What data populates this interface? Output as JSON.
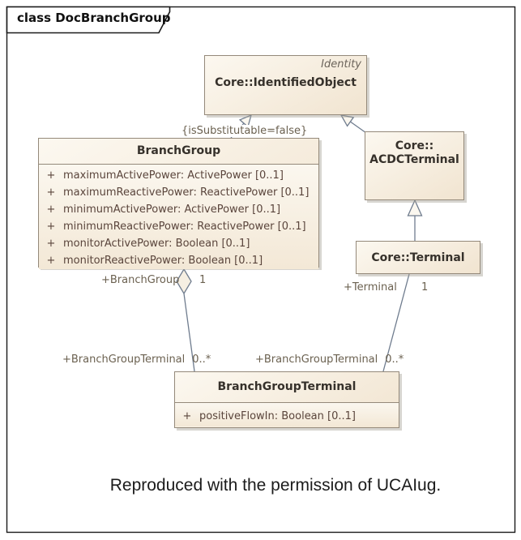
{
  "frame": {
    "title": "class DocBranchGroup"
  },
  "caption": "Reproduced with the permission of UCAIug.",
  "classes": [
    {
      "id": "identified-object",
      "stereotype": "Identity",
      "name": "Core::IdentifiedObject"
    },
    {
      "id": "branch-group",
      "name": "BranchGroup",
      "attributes": [
        {
          "visibility": "+",
          "signature": "maximumActivePower: ActivePower [0..1]"
        },
        {
          "visibility": "+",
          "signature": "maximumReactivePower: ReactivePower [0..1]"
        },
        {
          "visibility": "+",
          "signature": "minimumActivePower: ActivePower [0..1]"
        },
        {
          "visibility": "+",
          "signature": "minimumReactivePower: ReactivePower [0..1]"
        },
        {
          "visibility": "+",
          "signature": "monitorActivePower: Boolean [0..1]"
        },
        {
          "visibility": "+",
          "signature": "monitorReactivePower: Boolean [0..1]"
        }
      ]
    },
    {
      "id": "acdc-terminal",
      "name": "Core::ACDCTerminal",
      "name_lines": [
        "Core::",
        "ACDCTerminal"
      ]
    },
    {
      "id": "terminal",
      "name": "Core::Terminal"
    },
    {
      "id": "branch-group-terminal",
      "name": "BranchGroupTerminal",
      "attributes": [
        {
          "visibility": "+",
          "signature": "positiveFlowIn: Boolean [0..1]"
        }
      ]
    }
  ],
  "associations": {
    "constraint": "{isSubstitutable=false}",
    "branch_group_role": "+BranchGroup",
    "branch_group_mult": "1",
    "terminal_role": "+Terminal",
    "terminal_mult": "1",
    "bgt_left_role": "+BranchGroupTerminal",
    "bgt_left_mult": "0..*",
    "bgt_right_role": "+BranchGroupTerminal",
    "bgt_right_mult": "0..*"
  },
  "colors": {
    "box_fill_light": "#fcf8f0",
    "box_fill_dark": "#f1e4d0",
    "box_border": "#94897a",
    "connector": "#6f7c8e",
    "label_text": "#6b6150",
    "attribute_text": "#5a453c",
    "header_text": "#36312b",
    "frame_border": "#1a1a1a"
  }
}
